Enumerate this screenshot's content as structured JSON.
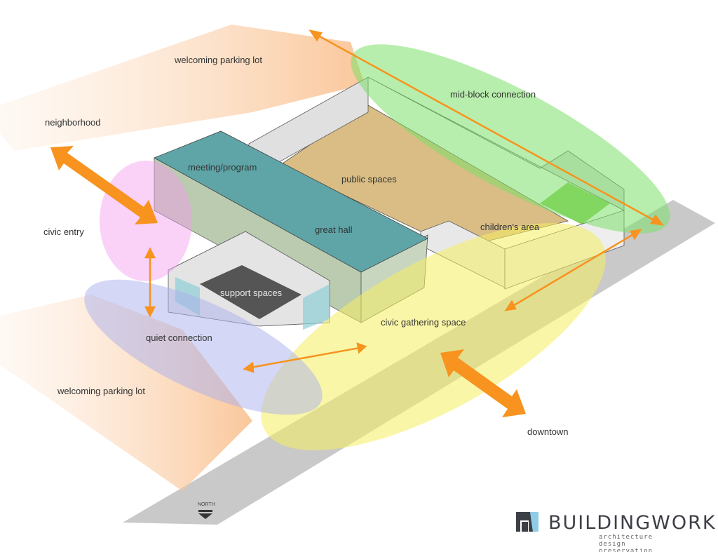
{
  "labels": {
    "parking_top": "welcoming parking lot",
    "neighborhood": "neighborhood",
    "civic_entry": "civic entry",
    "meeting": "meeting/program",
    "public_spaces": "public spaces",
    "great_hall": "great hall",
    "mid_block": "mid-block connection",
    "childrens": "children's area",
    "support": "support spaces",
    "quiet": "quiet connection",
    "civic_gathering": "civic gathering space",
    "parking_bottom": "welcoming parking lot",
    "downtown": "downtown"
  },
  "north": "NORTH",
  "logo": {
    "name": "BUILDINGWORK",
    "tagline": "architecture  design  preservation"
  },
  "colors": {
    "arrow": "#f7931e",
    "green": "#7ee06a",
    "yellow": "#f5ef7a",
    "pink": "#f39cf0",
    "lavender": "#aab0ee",
    "teal": "#5fa5a8",
    "tan": "#d9bd85",
    "street": "#c8c8c8"
  }
}
